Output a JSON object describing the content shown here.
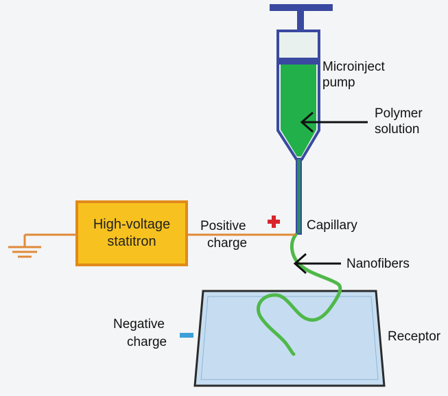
{
  "labels": {
    "pump_line1": "Microinject",
    "pump_line2": "pump",
    "solution_line1": "Polymer",
    "solution_line2": "solution",
    "capillary": "Capillary",
    "nanofibers": "Nanofibers",
    "receptor": "Receptor",
    "hv_line1": "High-voltage",
    "hv_line2": "statitron",
    "positive_line1": "Positive",
    "positive_line2": "charge",
    "negative_line1": "Negative",
    "negative_line2": "charge"
  },
  "colors": {
    "syringe_outline": "#3a49a0",
    "polymer_fill": "#22b04a",
    "fiber": "#4fb84a",
    "hv_box_fill": "#f7c21f",
    "hv_box_border": "#e08a1a",
    "wire": "#e08a3a",
    "receptor_fill": "#c6ddf1",
    "receptor_edge": "#2b2b2b",
    "plus_sign": "#d9262c",
    "minus_sign": "#3ba0d9"
  }
}
